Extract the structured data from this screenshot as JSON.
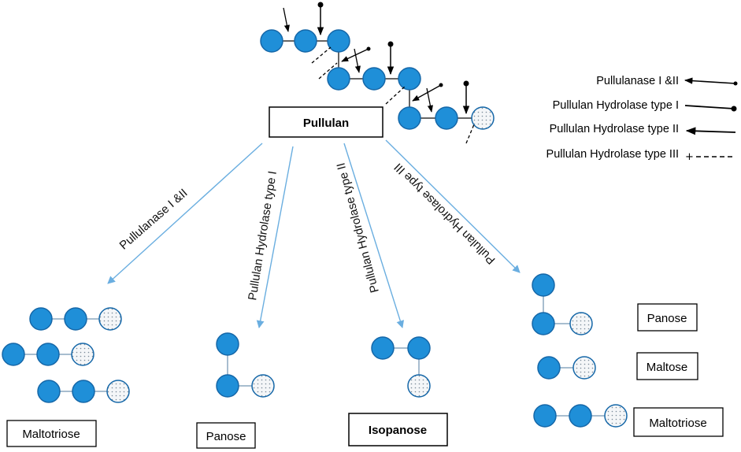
{
  "title": "",
  "source_node": {
    "label": "Pullulan"
  },
  "legend": [
    {
      "label": "Pullulanase I &II",
      "style": "arrow-dot"
    },
    {
      "label": "Pullulan Hydrolase type I",
      "style": "pin"
    },
    {
      "label": "Pullulan Hydrolase type II",
      "style": "arrow"
    },
    {
      "label": "Pullulan Hydrolase type III",
      "style": "dashed"
    }
  ],
  "edges": [
    {
      "label": "Pullulanase I &II",
      "target": "Maltotriose"
    },
    {
      "label": "Pullulan Hydrolase type I",
      "target": "Panose"
    },
    {
      "label": "Pullulan Hydrolase type II",
      "target": "Isopanose"
    },
    {
      "label": "Pullulan Hydrolase type III",
      "target": "Panose, Maltose, Maltotriose"
    }
  ],
  "products": {
    "maltotriose": "Maltotriose",
    "panose": "Panose",
    "isopanose": "Isopanose",
    "type3": [
      "Panose",
      "Maltose",
      "Maltotriose"
    ]
  },
  "colors": {
    "glucose_fill": "#1f8fd8",
    "glucose_stroke": "#1567a8",
    "reducing_end_fill": "#eef2f6",
    "arrow": "#6aaee0",
    "line": "#000000"
  }
}
